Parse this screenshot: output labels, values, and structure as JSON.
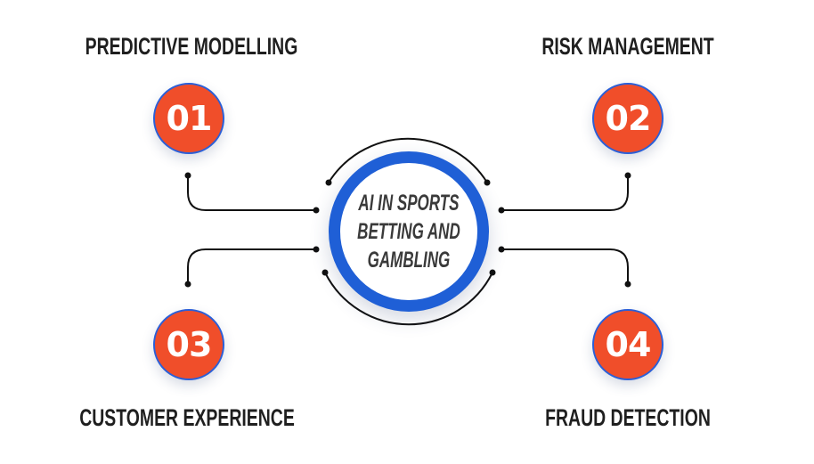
{
  "center": {
    "lines": [
      "AI IN SPORTS",
      "BETTING AND",
      "GAMBLING"
    ]
  },
  "items": [
    {
      "number": "01",
      "label": "PREDICTIVE MODELLING"
    },
    {
      "number": "02",
      "label": "RISK MANAGEMENT"
    },
    {
      "number": "03",
      "label": "CUSTOMER EXPERIENCE"
    },
    {
      "number": "04",
      "label": "FRAUD DETECTION"
    }
  ],
  "colors": {
    "accent": "#f04e2a",
    "ring": "#1f5fd6",
    "text": "#1f1f1f"
  }
}
